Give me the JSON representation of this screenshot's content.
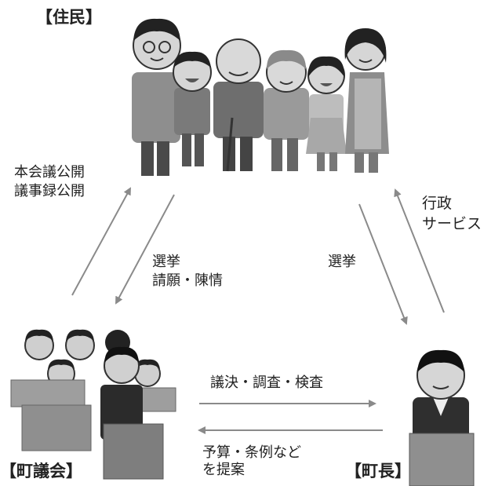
{
  "nodes": {
    "residents": {
      "label": "【住民】"
    },
    "council": {
      "label": "【町議会】"
    },
    "mayor": {
      "label": "【町長】"
    }
  },
  "edges": {
    "council_to_residents": {
      "line1": "本会議公開",
      "line2": "議事録公開"
    },
    "residents_to_council": {
      "line1": "選挙",
      "line2": "請願・陳情"
    },
    "residents_to_mayor": {
      "line1": "選挙"
    },
    "mayor_to_residents": {
      "line1": "行政",
      "line2": "サービス"
    },
    "council_to_mayor": {
      "line1": "議決・調査・検査"
    },
    "mayor_to_council": {
      "line1": "予算・条例など",
      "line2": "を提案"
    }
  },
  "colors": {
    "arrow": "#8a8a8a",
    "text": "#222222"
  }
}
